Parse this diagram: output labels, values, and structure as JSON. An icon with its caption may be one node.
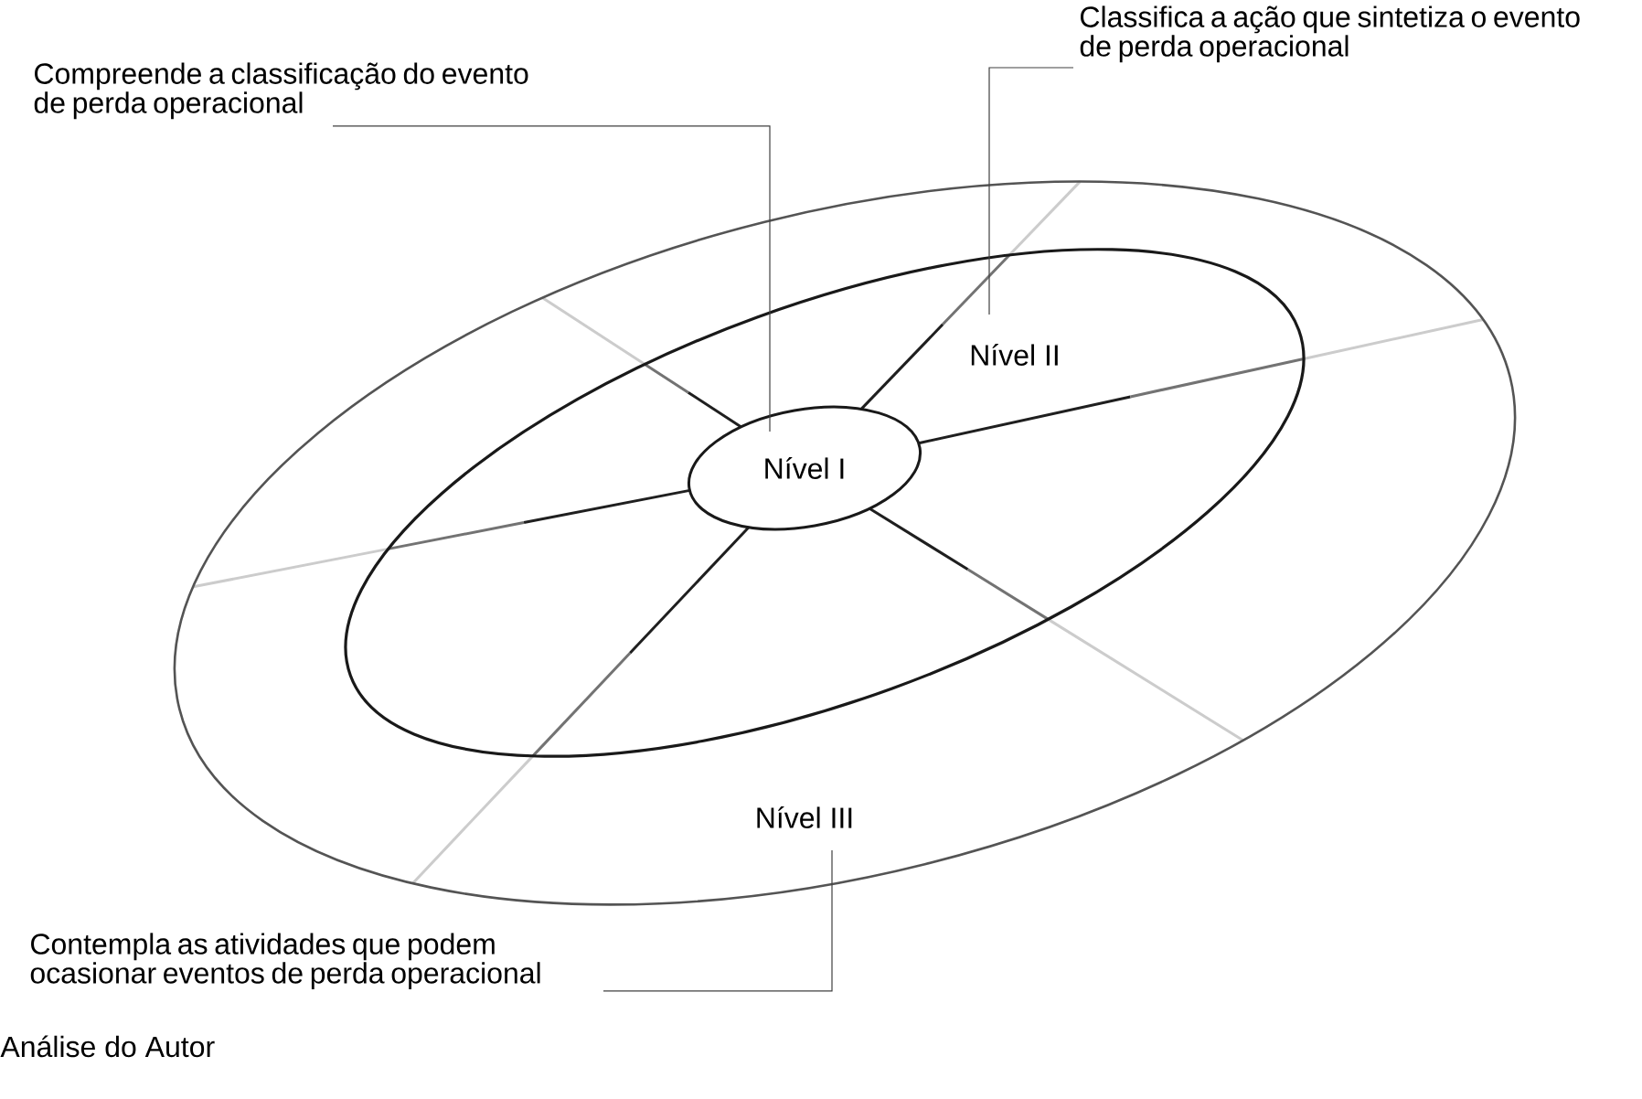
{
  "diagram": {
    "caption": "Análise do Autor",
    "nodes": [
      {
        "text": [
          "Nível III"
        ]
      },
      {
        "text": [
          "Nível II"
        ],
        "in": 0
      },
      {
        "text": [
          "Nível I"
        ],
        "in": 1
      },
      {
        "text": [
          "Compreende a classificação do evento de perda operacional"
        ]
      },
      {
        "text": [
          "Classifica a ação que sintetiza o evento de perda operacional"
        ]
      },
      {
        "text": [
          "Contempla as atividades que podem ocasionar eventos de perda operacional"
        ]
      }
    ],
    "edges": [
      {
        "from": 3,
        "to": 2,
        "arrow": "none"
      },
      {
        "from": 4,
        "to": 1,
        "arrow": "none"
      },
      {
        "from": 5,
        "to": 0,
        "arrow": "none"
      }
    ]
  }
}
